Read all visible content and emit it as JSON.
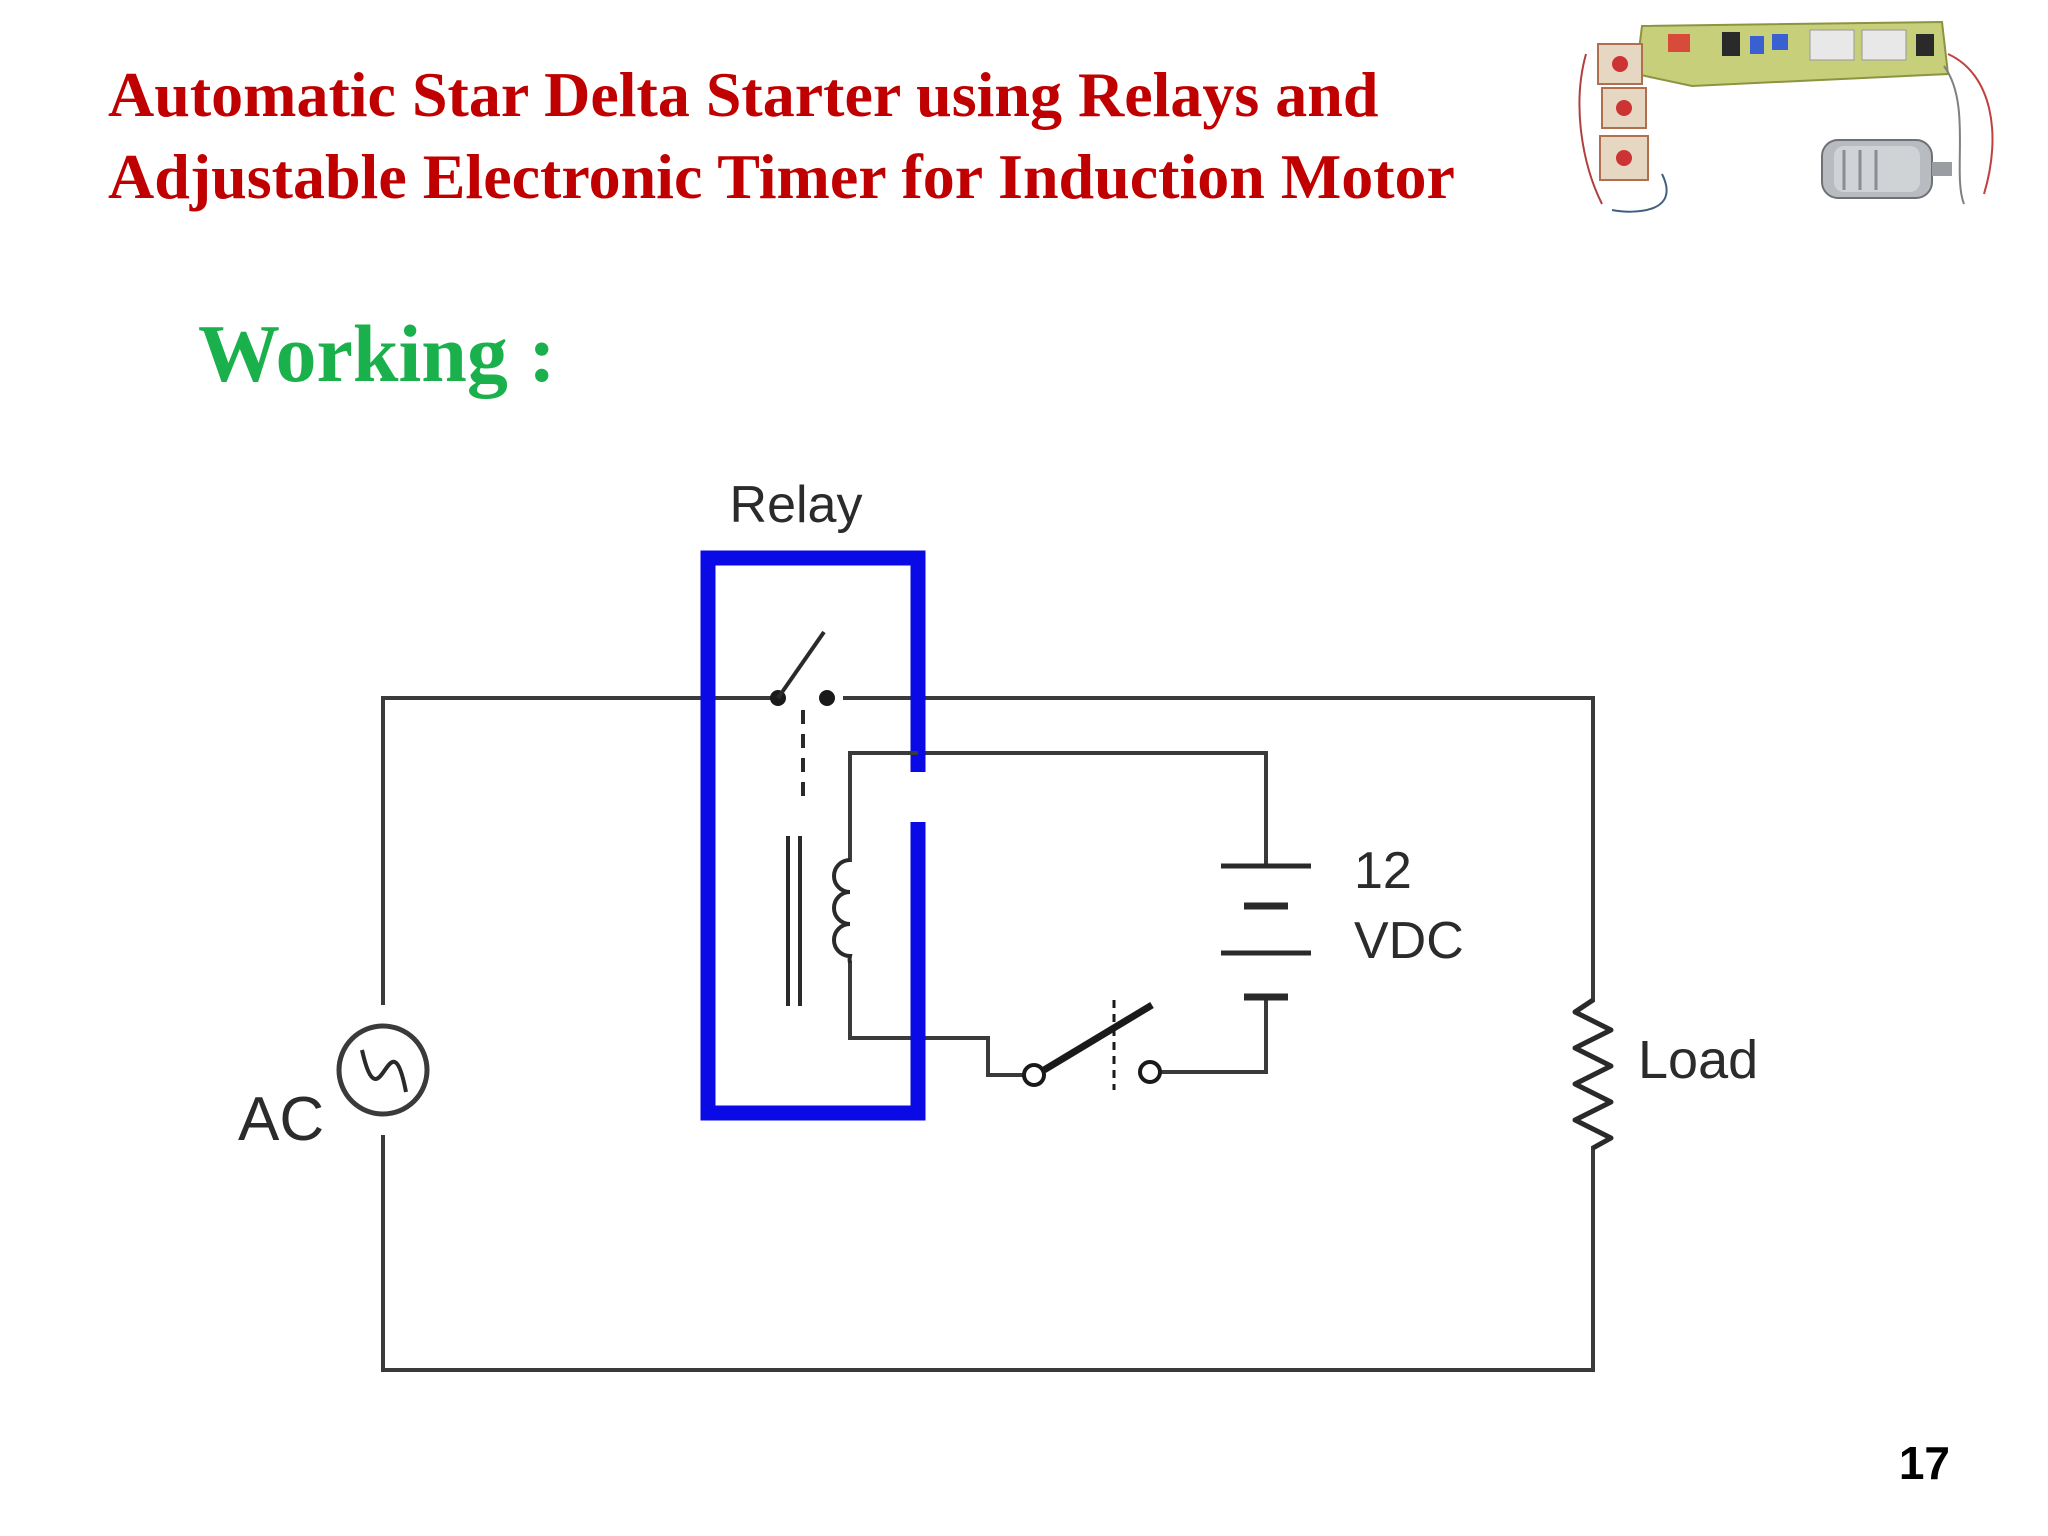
{
  "colors": {
    "title": "#c00000",
    "heading": "#1ab04c",
    "relay_frame": "#0a0ae6",
    "wire": "#3a3a3a"
  },
  "title": {
    "line1": "Automatic Star Delta Starter using Relays and",
    "line2": "Adjustable Electronic Timer for Induction Motor"
  },
  "section_heading": "Working :",
  "photo": {
    "icon": "relay-board-and-motor-photo"
  },
  "diagram": {
    "relay_label": "Relay",
    "dc_label_line1": "12",
    "dc_label_line2": "VDC",
    "load_label": "Load",
    "ac_label": "AC"
  },
  "page_number": "17"
}
